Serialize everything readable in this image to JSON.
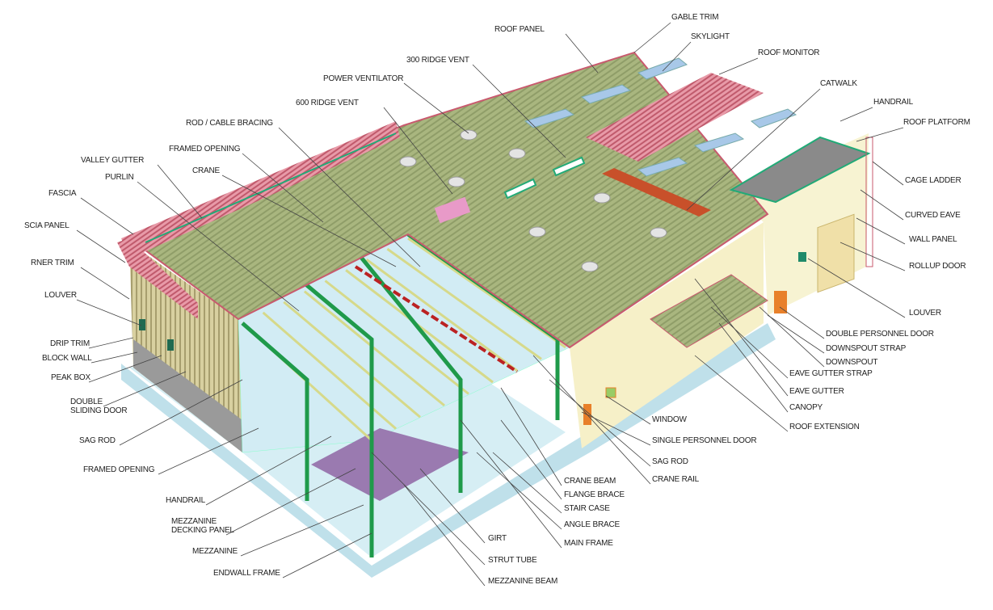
{
  "labels": [
    "GABLE TRIM",
    "ROOF PANEL",
    "SKYLIGHT",
    "ROOF MONITOR",
    "300 RIDGE VENT",
    "POWER VENTILATOR",
    "CATWALK",
    "HANDRAIL",
    "ROOF PLATFORM",
    "600 RIDGE VENT",
    "ROD / CABLE BRACING",
    "FRAMED OPENING",
    "VALLEY GUTTER",
    "PURLIN",
    "CRANE",
    "FASCIA",
    "SCIA PANEL",
    "RNER TRIM",
    "LOUVER",
    "DRIP TRIM",
    "BLOCK WALL",
    "PEAK BOX",
    "DOUBLE\nSLIDING DOOR",
    "SAG ROD",
    "FRAMED OPENING",
    "HANDRAIL",
    "MEZZANINE\nDECKING PANEL",
    "MEZZANINE",
    "ENDWALL FRAME",
    "MEZZANINE BEAM",
    "STRUT TUBE",
    "GIRT",
    "MAIN FRAME",
    "ANGLE BRACE",
    "STAIR CASE",
    "FLANGE BRACE",
    "CRANE BEAM",
    "CRANE RAIL",
    "SAG ROD",
    "SINGLE PERSONNEL DOOR",
    "WINDOW",
    "ROOF EXTENSION",
    "CANOPY",
    "EAVE GUTTER",
    "EAVE GUTTER STRAP",
    "DOWNSPOUT",
    "DOWNSPOUT STRAP",
    "DOUBLE PERSONNEL DOOR",
    "LOUVER",
    "ROLLUP DOOR",
    "WALL PANEL",
    "CURVED EAVE",
    "CAGE LADDER"
  ],
  "colors": {
    "roof": "#a8b57e",
    "trim": "#c85a6e",
    "frame": "#1f9a4a",
    "floor": "#cfe9f0",
    "wall": "#f6f0c8",
    "mezzanine": "#9a7ab0"
  }
}
